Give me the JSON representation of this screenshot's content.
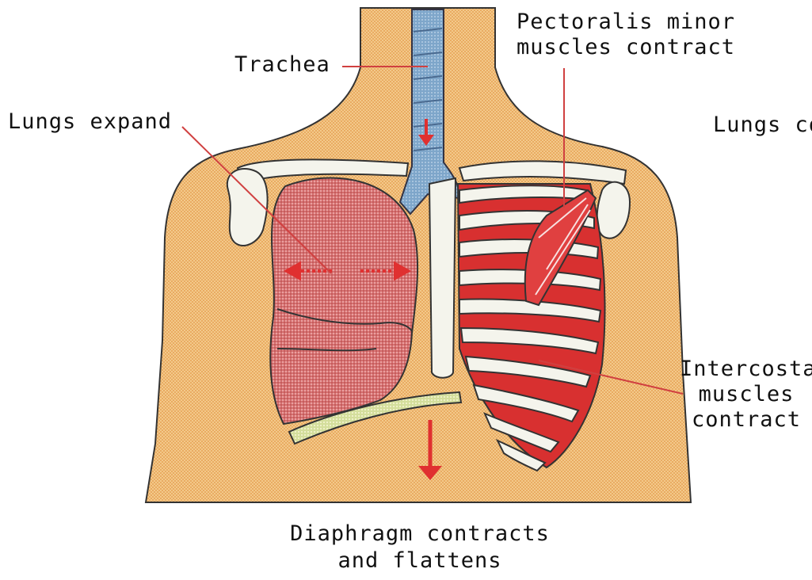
{
  "labels": {
    "trachea": "Trachea",
    "lungs_expand": "Lungs expand",
    "lungs_contract_partial": "Lungs co",
    "pectoralis_line1": "Pectoralis minor",
    "pectoralis_line2": "muscles contract",
    "intercostal_line1": "Intercostal",
    "intercostal_line2": "muscles",
    "intercostal_line3": "contract",
    "diaphragm_line1": "Diaphragm contracts",
    "diaphragm_line2": "and flattens"
  },
  "colors": {
    "skin": "#e8a860",
    "skin_light": "#f0c080",
    "lung": "#d87a7a",
    "trachea": "#7fa8cc",
    "muscle": "#d83030",
    "bone": "#f4f4ec",
    "diaphragm": "#d0dc98",
    "arrow": "#e03030",
    "leader": "#d04040"
  }
}
